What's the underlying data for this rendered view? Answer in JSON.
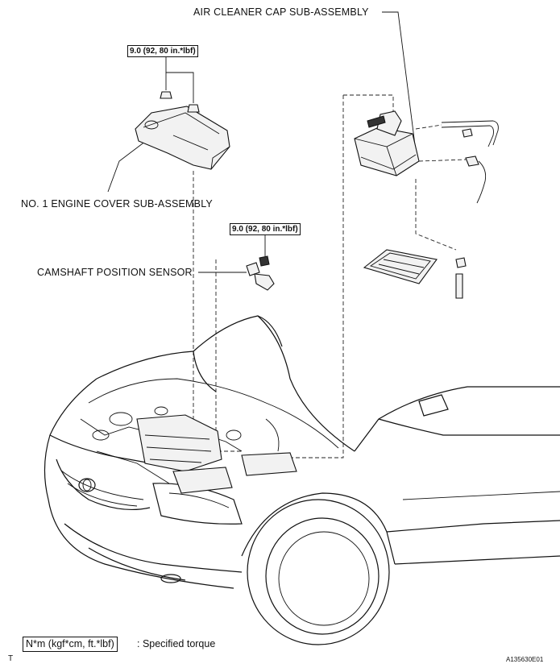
{
  "labels": {
    "air_cleaner_cap": "AIR CLEANER CAP SUB-ASSEMBLY",
    "engine_cover": "NO. 1 ENGINE COVER SUB-ASSEMBLY",
    "camshaft_sensor": "CAMSHAFT POSITION SENSOR"
  },
  "torque": {
    "cover_nuts": "9.0 (92, 80 in.*lbf)",
    "sensor_bolt": "9.0 (92, 80 in.*lbf)"
  },
  "legend": {
    "box": "N*m (kgf*cm, ft.*lbf)",
    "text": ": Specified torque"
  },
  "footer": {
    "left_mark": "T",
    "figure_id": "A135630E01"
  }
}
